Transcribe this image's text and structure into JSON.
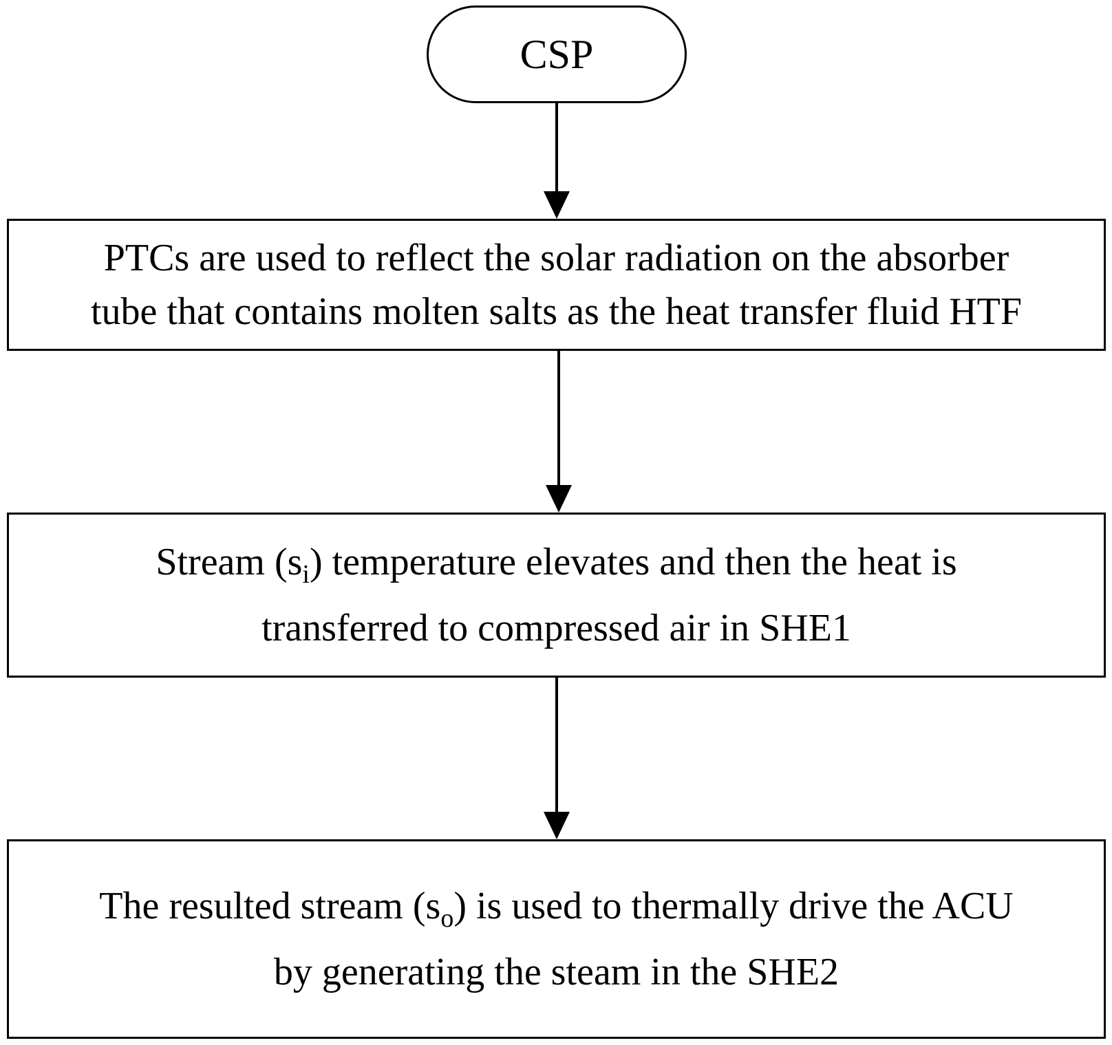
{
  "flowchart": {
    "start": {
      "label": "CSP"
    },
    "steps": [
      {
        "lines": [
          "PTCs are used to reflect the solar radiation on the absorber",
          "tube that contains molten salts as the heat transfer fluid HTF"
        ]
      },
      {
        "line1_pre": "Stream (s",
        "line1_sub": "i",
        "line1_post": ") temperature elevates and then the heat is",
        "line2": "transferred to compressed air in SHE1"
      },
      {
        "line1_pre": "The resulted stream (s",
        "line1_sub": "o",
        "line1_post": ") is used to thermally drive the ACU",
        "line2": "by generating the steam in the SHE2"
      }
    ]
  }
}
